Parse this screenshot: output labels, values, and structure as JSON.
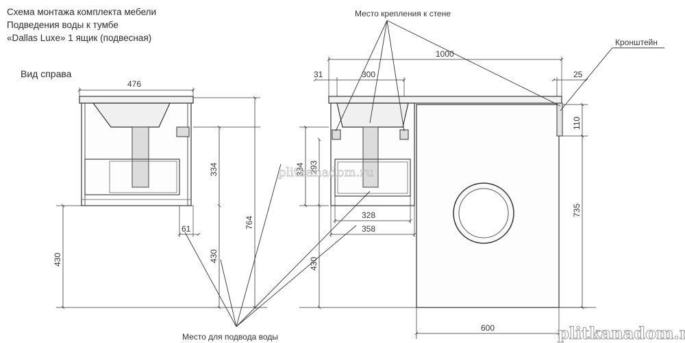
{
  "title": {
    "line1": "Схема монтажа комплекта мебели",
    "line2": "Подведения воды к тумбе",
    "line3": "«Dallas Luxe» 1 ящик (подвесная)"
  },
  "view_label": "Вид справа",
  "callouts": {
    "wall_mount": "Место крепления к стене",
    "bracket": "Кронштейн",
    "water_supply": "Место для подвода воды"
  },
  "side_view_dims": {
    "width": "476",
    "height_inner": "334",
    "height_total": "764",
    "offset": "61",
    "height_pipe": "430",
    "height_floor": "430"
  },
  "front_view_dims": {
    "width_total": "1000",
    "left_gap": "31",
    "sink_width": "300",
    "right_gap": "25",
    "drawer_h1": "334",
    "drawer_h2": "293",
    "inner_w1": "328",
    "inner_w2": "358",
    "floor_h": "430",
    "bracket_h": "110",
    "machine_h": "735",
    "machine_w": "600"
  },
  "watermark": {
    "center": "plitkanadom.ru",
    "corner": "plitkanadom.ru"
  }
}
